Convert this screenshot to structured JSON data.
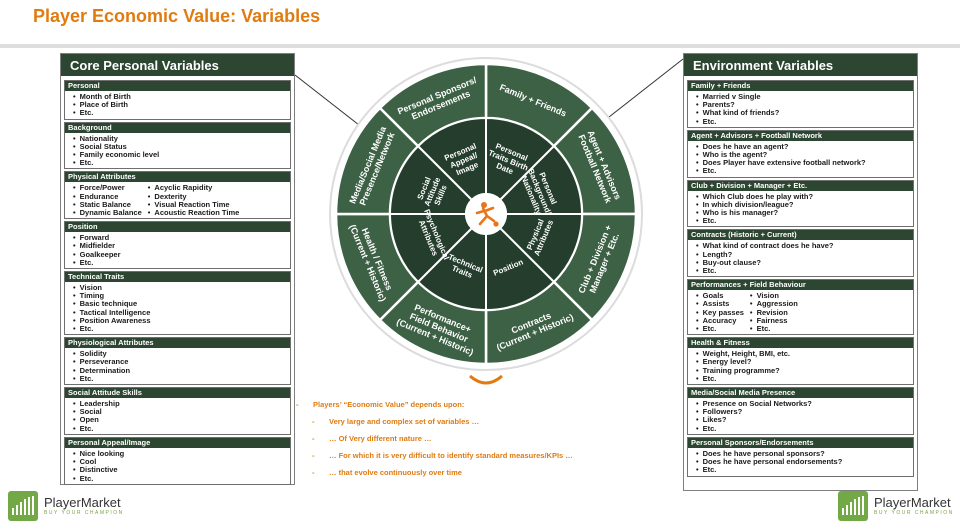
{
  "page": {
    "title": "Player Economic Value: Variables"
  },
  "left_panel": {
    "title": "Core Personal Variables",
    "sections": [
      {
        "title": "Personal",
        "items": [
          "Month of Birth",
          "Place of Birth",
          "Etc."
        ]
      },
      {
        "title": "Background",
        "items": [
          "Nationality",
          "Social Status",
          "Family economic level",
          "Etc."
        ]
      },
      {
        "title": "Physical Attributes",
        "items": [
          "Force/Power",
          "Endurance",
          "Static Balance",
          "Dynamic Balance"
        ],
        "items_col2": [
          "Acyclic Rapidity",
          "Dexterity",
          "Visual Reaction Time",
          "Acoustic Reaction Time"
        ]
      },
      {
        "title": "Position",
        "items": [
          "Forward",
          "Midfielder",
          "Goalkeeper",
          "Etc."
        ]
      },
      {
        "title": "Technical Traits",
        "items": [
          "Vision",
          "Timing",
          "Basic technique",
          "Tactical Intelligence",
          "Position Awareness",
          "Etc."
        ]
      },
      {
        "title": "Physiological Attributes",
        "items": [
          "Solidity",
          "Perseverance",
          "Determination",
          "Etc."
        ]
      },
      {
        "title": "Social Attitude Skills",
        "items": [
          "Leadership",
          "Social",
          "Open",
          "Etc."
        ]
      },
      {
        "title": "Personal Appeal/Image",
        "items": [
          "Nice looking",
          "Cool",
          "Distinctive",
          "Etc."
        ]
      }
    ]
  },
  "right_panel": {
    "title": "Environment Variables",
    "sections": [
      {
        "title": "Family + Friends",
        "items": [
          "Married v Single",
          "Parents?",
          "What kind of friends?",
          "Etc."
        ]
      },
      {
        "title": "Agent + Advisors + Football Network",
        "items": [
          "Does he have an agent?",
          "Who is the agent?",
          "Does Player have extensive football network?",
          "Etc."
        ]
      },
      {
        "title": "Club + Division + Manager + Etc.",
        "items": [
          "Which Club does he play with?",
          "In which division/league?",
          "Who is his manager?",
          "Etc."
        ]
      },
      {
        "title": "Contracts (Historic + Current)",
        "items": [
          "What kind of contract does he have?",
          "Length?",
          "Buy-out clause?",
          "Etc."
        ]
      },
      {
        "title": "Performances + Field Behaviour",
        "items": [
          "Goals",
          "Assists",
          "Key passes",
          "Accuracy",
          "Etc."
        ],
        "items_col2": [
          "Vision",
          "Aggression",
          "Revision",
          "Fairness",
          "Etc."
        ]
      },
      {
        "title": "Health & Fitness",
        "items": [
          "Weight, Height, BMI, etc.",
          "Energy level?",
          "Training programme?",
          "Etc."
        ]
      },
      {
        "title": "Media/Social Media Presence",
        "items": [
          "Presence on Social Networks?",
          "Followers?",
          "Likes?",
          "Etc."
        ]
      },
      {
        "title": "Personal Sponsors/Endorsements",
        "items": [
          "Does he have personal sponsors?",
          "Does he have personal endorsements?",
          "Etc."
        ]
      }
    ]
  },
  "wheel": {
    "outer": [
      {
        "lines": [
          "Family + Friends"
        ]
      },
      {
        "lines": [
          "Agent + Advisors",
          "Football Network"
        ]
      },
      {
        "lines": [
          "Club + Division +",
          "Manager + Etc."
        ]
      },
      {
        "lines": [
          "Contracts",
          "(Current + Historic)"
        ]
      },
      {
        "lines": [
          "Performance+",
          "Field Behavior",
          "(Current + Historic)"
        ]
      },
      {
        "lines": [
          "Health / Fitness",
          "(Current + Historic)"
        ]
      },
      {
        "lines": [
          "Media/Social Media",
          "Presence/Network"
        ]
      },
      {
        "lines": [
          "Personal Sponsors/",
          "Endorsements"
        ]
      }
    ],
    "inner": [
      {
        "lines": [
          "Personal",
          "Traits Birth",
          "Date"
        ]
      },
      {
        "lines": [
          "Personal",
          "Background/",
          "Nationality"
        ]
      },
      {
        "lines": [
          "Physical",
          "Attributes"
        ]
      },
      {
        "lines": [
          "Position"
        ]
      },
      {
        "lines": [
          "Technical",
          "Traits"
        ]
      },
      {
        "lines": [
          "Psychological",
          "Attributes"
        ]
      },
      {
        "lines": [
          "Social",
          "Attitude",
          "Skills"
        ]
      },
      {
        "lines": [
          "Personal",
          "Appeal/",
          "Image"
        ]
      }
    ],
    "colors": {
      "outer": "#3d6145",
      "inner": "#243d2c",
      "border": "#ffffff",
      "ring": "#dcdcdc",
      "ball": "#e8751a"
    }
  },
  "notes": {
    "main": "Players’ “Economic Value” depends upon:",
    "bullets": [
      "Very large and complex set of variables …",
      "… Of Very different nature …",
      "… For which it is very difficult to identify standard measures/KPIs …",
      "… that evolve continuously over time"
    ],
    "main_marker": "-",
    "bullet_marker": "-"
  },
  "branding": {
    "name": "PlayerMarket",
    "tagline": "BUY YOUR CHAMPION",
    "color": "#72a846"
  },
  "colors": {
    "accent": "#e07b10",
    "header": "#2c4632"
  }
}
